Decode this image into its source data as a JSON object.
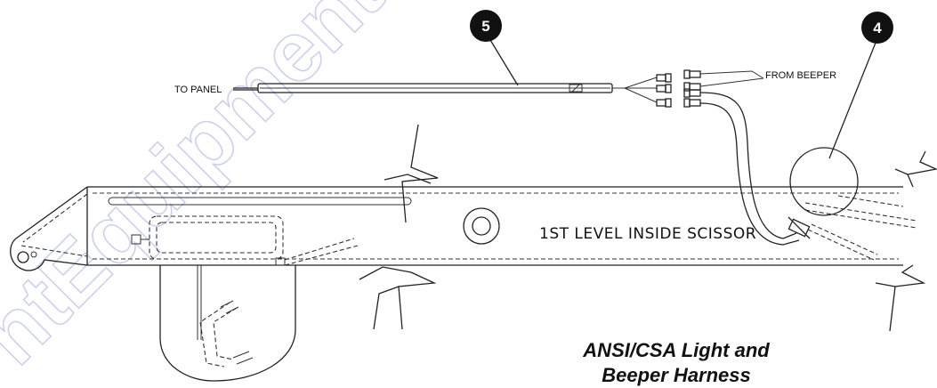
{
  "watermark": "ntEquipment.co",
  "labels": {
    "to_panel": "TO PANEL",
    "from_beeper": "FROM BEEPER",
    "level": "1ST LEVEL INSIDE SCISSOR"
  },
  "callouts": [
    {
      "number": "5"
    },
    {
      "number": "4"
    }
  ],
  "caption": {
    "line1": "ANSI/CSA Light and",
    "line2": "Beeper Harness"
  },
  "colors": {
    "line": "#222222",
    "callout_fill": "#111111",
    "watermark": "#6f7bd6"
  }
}
